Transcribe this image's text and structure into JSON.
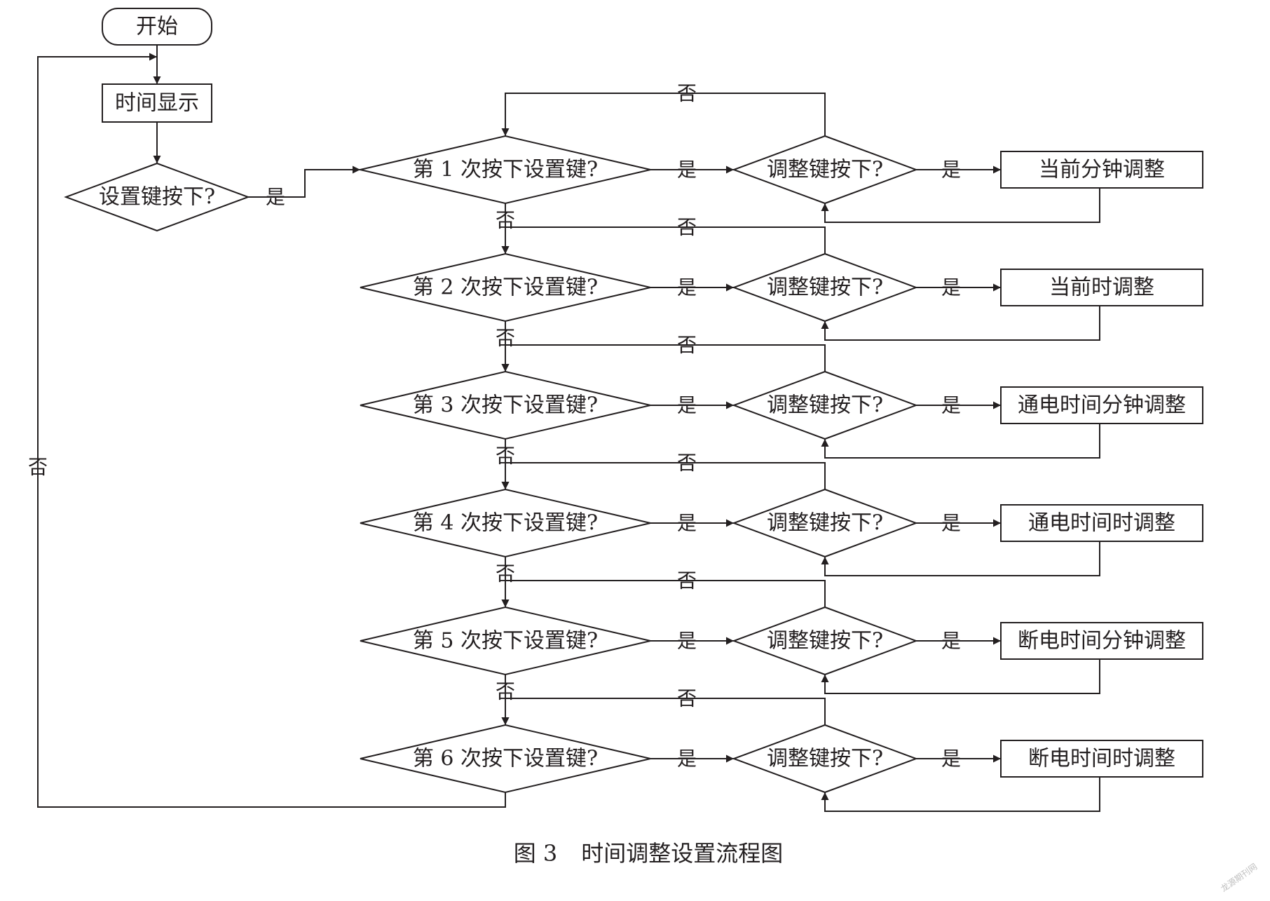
{
  "nodes": {
    "start": "开始",
    "display": "时间显示",
    "set_pressed": "设置键按下?",
    "decisions": [
      {
        "press": "第 1 次按下设置键?",
        "adjust_key": "调整键按下?",
        "action": "当前分钟调整"
      },
      {
        "press": "第 2 次按下设置键?",
        "adjust_key": "调整键按下?",
        "action": "当前时调整"
      },
      {
        "press": "第 3 次按下设置键?",
        "adjust_key": "调整键按下?",
        "action": "通电时间分钟调整"
      },
      {
        "press": "第 4 次按下设置键?",
        "adjust_key": "调整键按下?",
        "action": "通电时间时调整"
      },
      {
        "press": "第 5 次按下设置键?",
        "adjust_key": "调整键按下?",
        "action": "断电时间分钟调整"
      },
      {
        "press": "第 6 次按下设置键?",
        "adjust_key": "调整键按下?",
        "action": "断电时间时调整"
      }
    ]
  },
  "edge_labels": {
    "yes": "是",
    "no": "否"
  },
  "caption": {
    "figure_number": "图 3",
    "title": "时间调整设置流程图"
  },
  "watermark": "龙源期刊网",
  "colors": {
    "stroke": "#231f20",
    "background": "#ffffff",
    "watermark": "#bfbfbf"
  }
}
